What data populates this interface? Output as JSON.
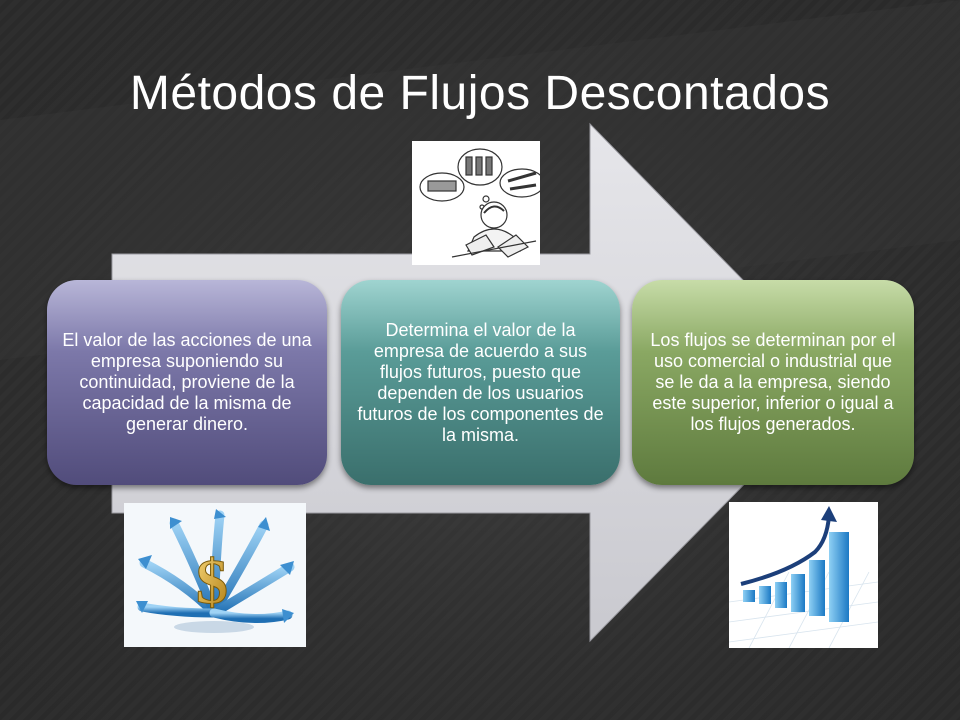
{
  "slide": {
    "title": "Métodos de Flujos Descontados",
    "boxes": [
      {
        "text": "El valor de las acciones de una empresa suponiendo su continuidad, proviene de la capacidad de la misma de generar dinero."
      },
      {
        "text": "Determina el valor de la empresa de acuerdo a sus flujos futuros, puesto que dependen de los usuarios futuros de los componentes de la misma."
      },
      {
        "text": "Los flujos se determinan por el uso comercial o industrial que se le da a la empresa, siendo este superior, inferior o igual a los flujos generados."
      }
    ],
    "images": {
      "top": "thinking-man-sketch",
      "left": "dollar-arrows",
      "right": "growth-bar-chart"
    },
    "colors": {
      "background": "#2b2b2b",
      "arrow": "#d6d6da",
      "box1": "#6b6697",
      "box2": "#4f8b87",
      "box3": "#789454",
      "title": "#ffffff"
    }
  }
}
